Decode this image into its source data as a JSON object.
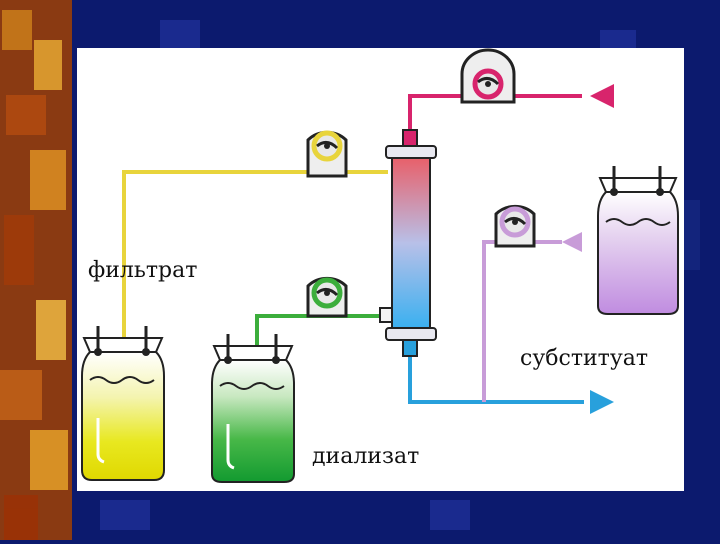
{
  "labels": {
    "filtrate": "фильтрат",
    "substituate": "субституат",
    "dialysate": "диализат"
  },
  "colors": {
    "filtrate_line": "#e8d43c",
    "dialysate_line": "#3cae3c",
    "blood_in_line": "#d8246c",
    "blood_out_line": "#28a0dc",
    "substituate_line": "#c89cd8",
    "panel": "#ffffff",
    "background": "#0c1a6e"
  },
  "icons": {
    "pumps": [
      "roller-pump-icon",
      "roller-pump-icon",
      "roller-pump-icon",
      "roller-pump-icon"
    ],
    "bags": [
      "filtrate-bag-icon",
      "dialysate-bag-icon",
      "substituate-bag-icon"
    ],
    "filter": "hemofilter-column-icon",
    "arrows": [
      "arrow-in-icon",
      "arrow-out-icon",
      "arrow-in-icon"
    ]
  }
}
